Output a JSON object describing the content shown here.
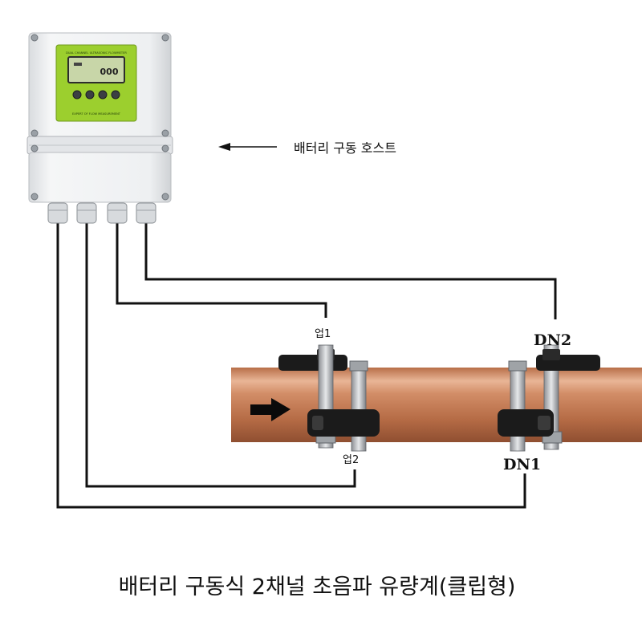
{
  "diagram": {
    "host_label": "배터리 구동 호스트",
    "device_header": "DUAL CHANNEL ULTRASONIC FLOWMETER",
    "device_footer": "EXPERT OF FLOW MEASUREMENT",
    "lcd_reading": "000",
    "labels": {
      "up1": "업1",
      "up2": "업2",
      "dn1": "DN1",
      "dn2": "DN2"
    },
    "caption": "배터리 구동식 2채널 초음파 유량계(클립형)"
  },
  "colors": {
    "housing": "#eef0f2",
    "panel_green": "#9ccf2e",
    "lcd": "#c8d6a8",
    "pipe": "#c9835c",
    "cable": "#111111"
  },
  "icons": [
    "arrow-left-icon",
    "flow-direction-arrow-icon"
  ]
}
